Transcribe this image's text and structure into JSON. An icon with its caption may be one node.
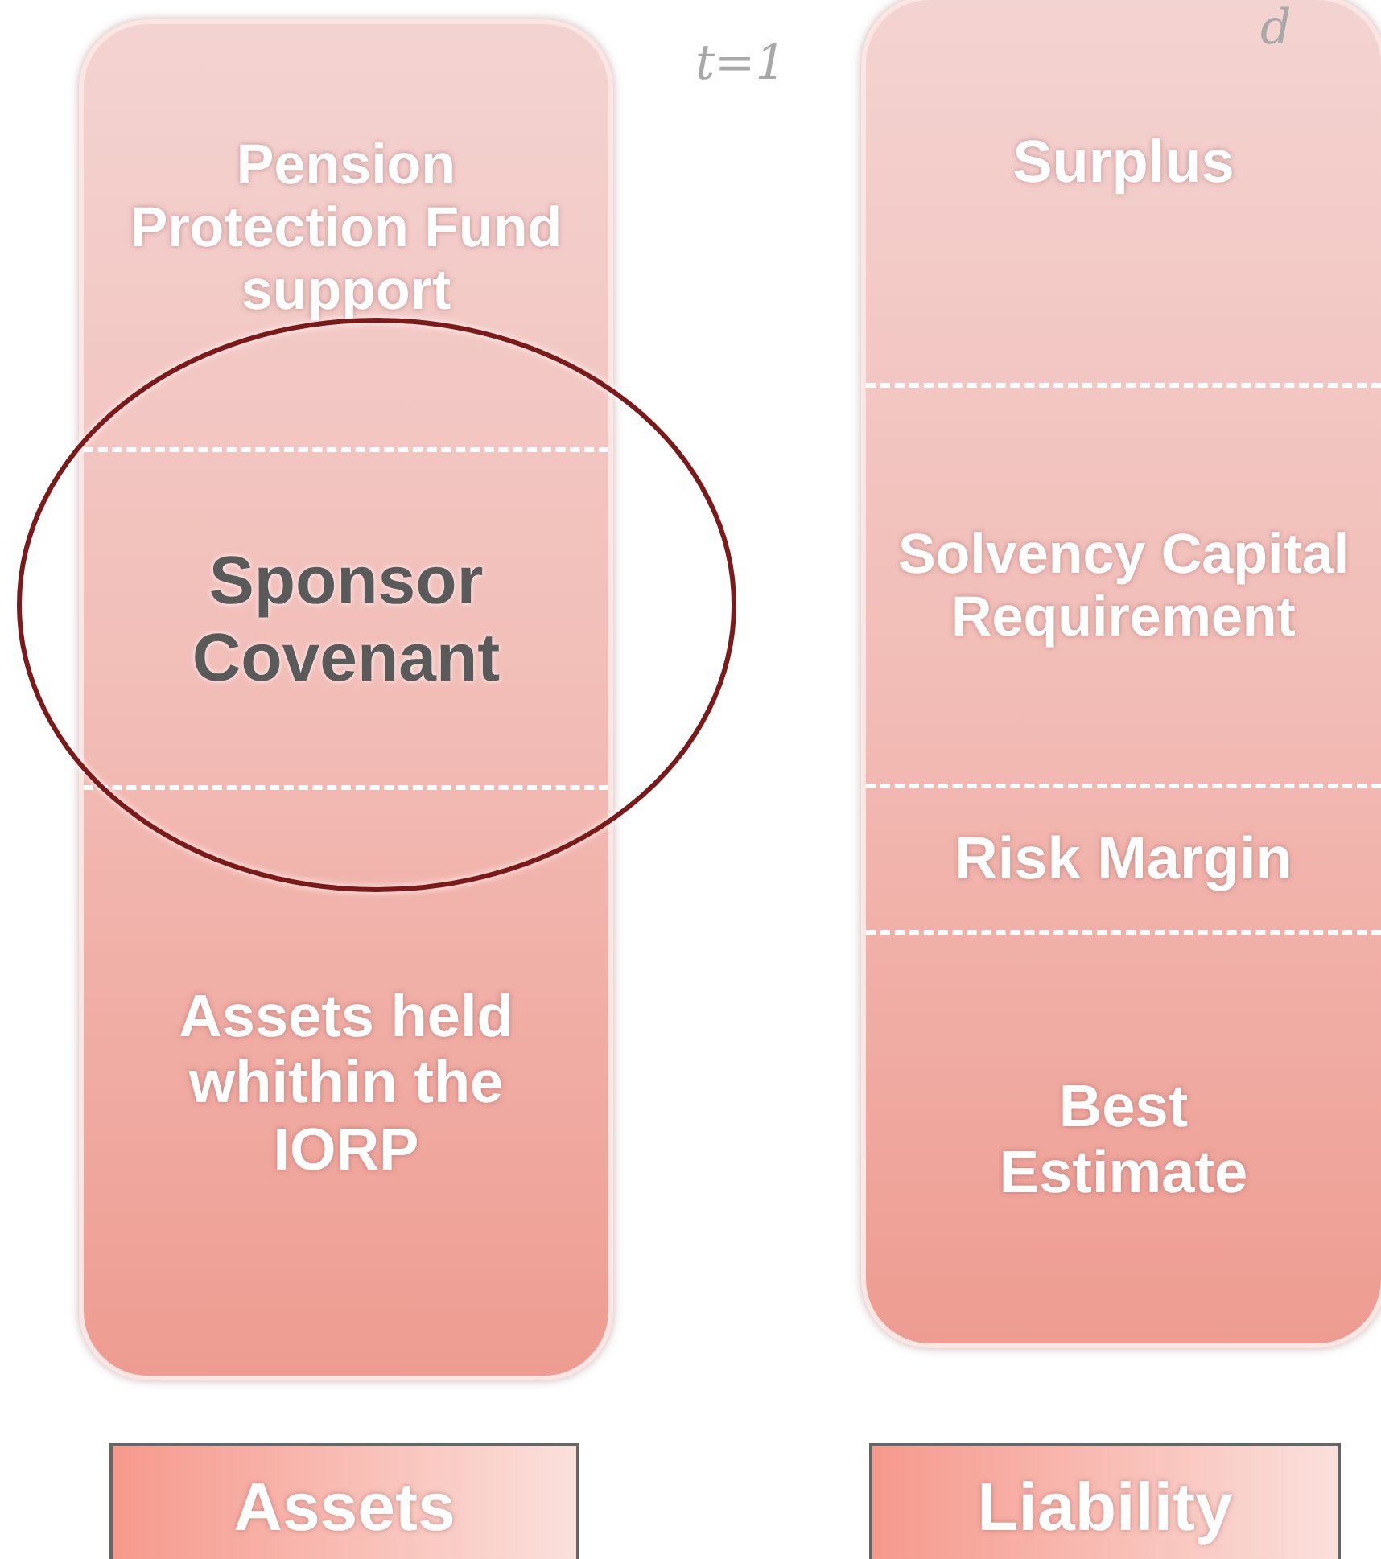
{
  "diagram": {
    "nodes": [
      {
        "text": [],
        "shape": "box"
      },
      {
        "text": [
          "Pension Protection Fund support"
        ],
        "in": 0
      },
      {
        "text": [
          "Sponsor Covenant"
        ],
        "in": 0
      },
      {
        "text": [
          "Assets held whithin the IORP"
        ],
        "in": 0
      },
      {
        "text": [],
        "shape": "box"
      },
      {
        "text": [
          "Surplus"
        ],
        "in": 4
      },
      {
        "text": [
          "Solvency Capital Requirement"
        ],
        "in": 4
      },
      {
        "text": [
          "Risk Margin"
        ],
        "in": 4
      },
      {
        "text": [
          "Best Estimate"
        ],
        "in": 4
      },
      {
        "text": [
          "Assets"
        ]
      },
      {
        "text": [
          "Liability"
        ]
      }
    ],
    "edges": [],
    "labels": [
      "t=1",
      "d"
    ]
  }
}
